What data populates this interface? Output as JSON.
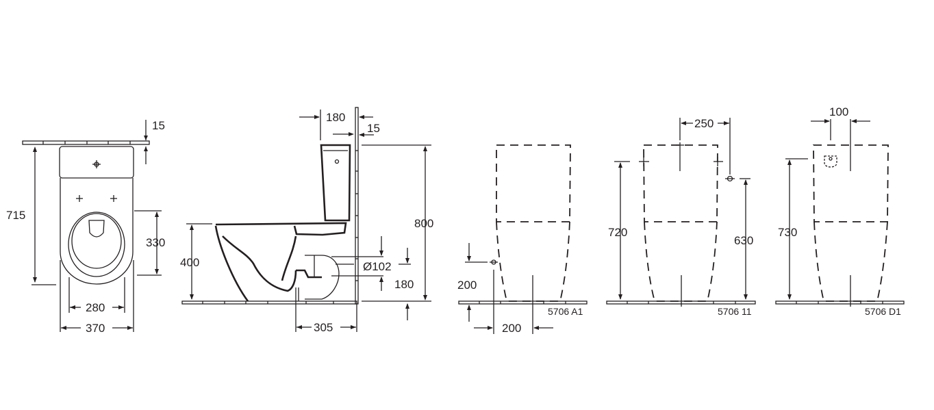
{
  "diagram": {
    "line_color": "#231f20",
    "background": "#ffffff",
    "views": [
      {
        "id": "top-view",
        "dimensions": {
          "wall_gap": "15",
          "depth": "715",
          "bowl_length": "330",
          "seat_width": "280",
          "overall_width": "370"
        }
      },
      {
        "id": "side-view",
        "dimensions": {
          "cistern_depth": "180",
          "wall_gap": "15",
          "overall_height": "800",
          "seat_height": "400",
          "outlet_diameter": "Ø102",
          "outlet_height": "180",
          "outlet_offset": "305"
        }
      },
      {
        "id": "connection-a1",
        "code": "5706 A1",
        "dimensions": {
          "inlet_height": "200",
          "inlet_offset": "200"
        }
      },
      {
        "id": "connection-11",
        "code": "5706 11",
        "dimensions": {
          "inlet_offset": "250",
          "cistern_height": "720",
          "inlet_height": "630"
        }
      },
      {
        "id": "connection-d1",
        "code": "5706 D1",
        "dimensions": {
          "inlet_offset": "100",
          "inlet_height": "730"
        }
      }
    ]
  }
}
